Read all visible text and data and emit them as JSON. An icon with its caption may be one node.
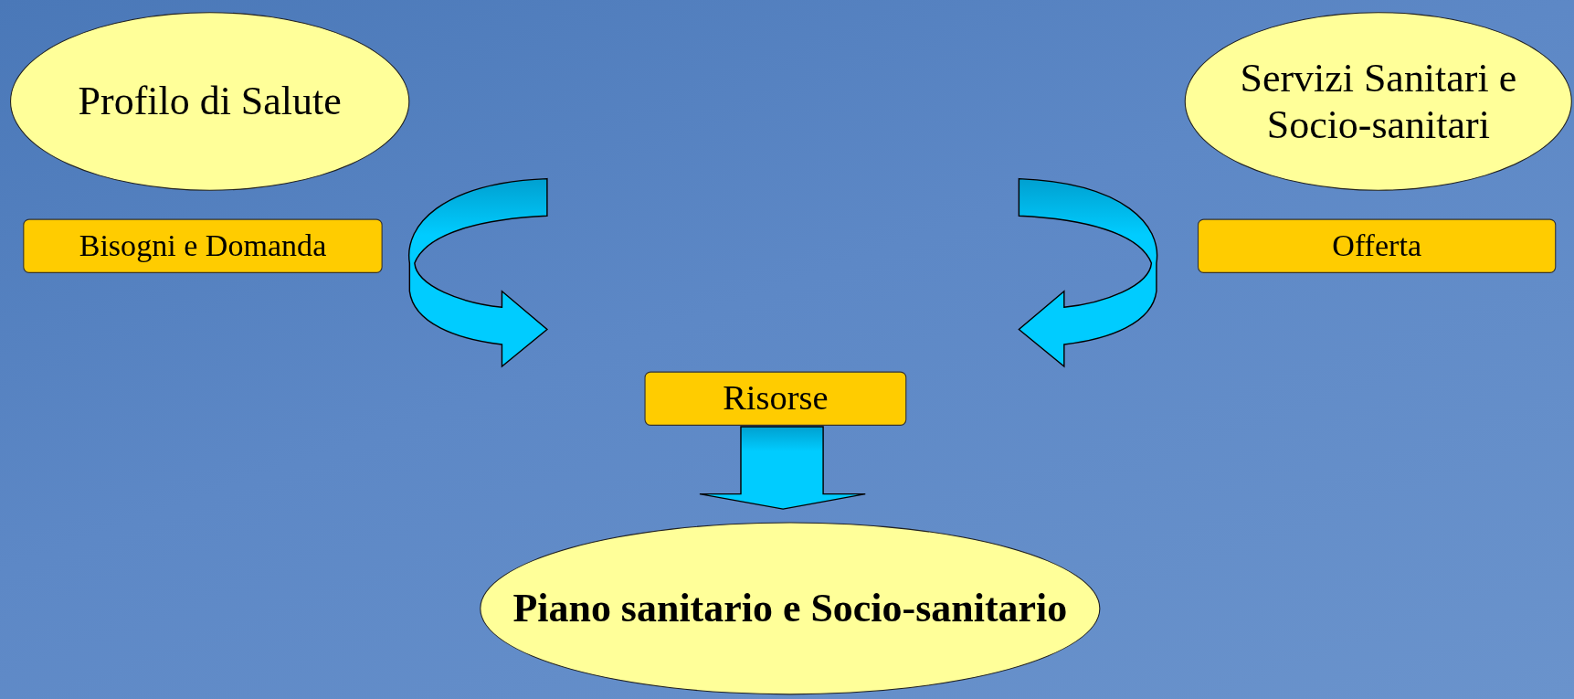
{
  "diagram": {
    "nodes": [
      {
        "text": [
          "Profilo di Salute"
        ]
      },
      {
        "text": [
          "Servizi Sanitari e Socio-sanitari"
        ]
      },
      {
        "text": [
          "Bisogni e Domanda"
        ]
      },
      {
        "text": [
          "Offerta"
        ]
      },
      {
        "text": [
          "Risorse"
        ]
      },
      {
        "text": [
          "Piano sanitario e Socio-sanitario"
        ]
      }
    ],
    "edges": [
      {
        "from": 2,
        "to": 4,
        "arrow": "to"
      },
      {
        "from": 3,
        "to": 4,
        "arrow": "to"
      },
      {
        "from": 4,
        "to": 5,
        "arrow": "to"
      }
    ]
  }
}
